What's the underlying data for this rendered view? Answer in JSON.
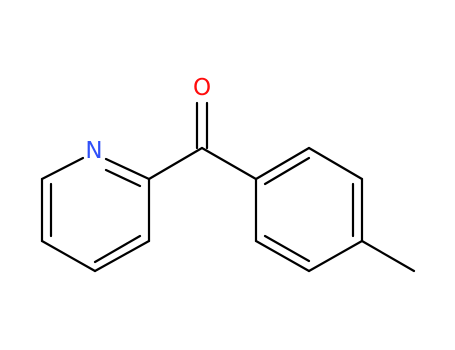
{
  "molecule": {
    "atoms": [
      {
        "id": "O",
        "label": "O",
        "color": "#ff0d0d"
      },
      {
        "id": "N",
        "label": "N",
        "color": "#3050f8"
      }
    ],
    "colors": {
      "bond": "#000000",
      "oxygen": "#ff0d0d",
      "nitrogen": "#3050f8"
    }
  }
}
